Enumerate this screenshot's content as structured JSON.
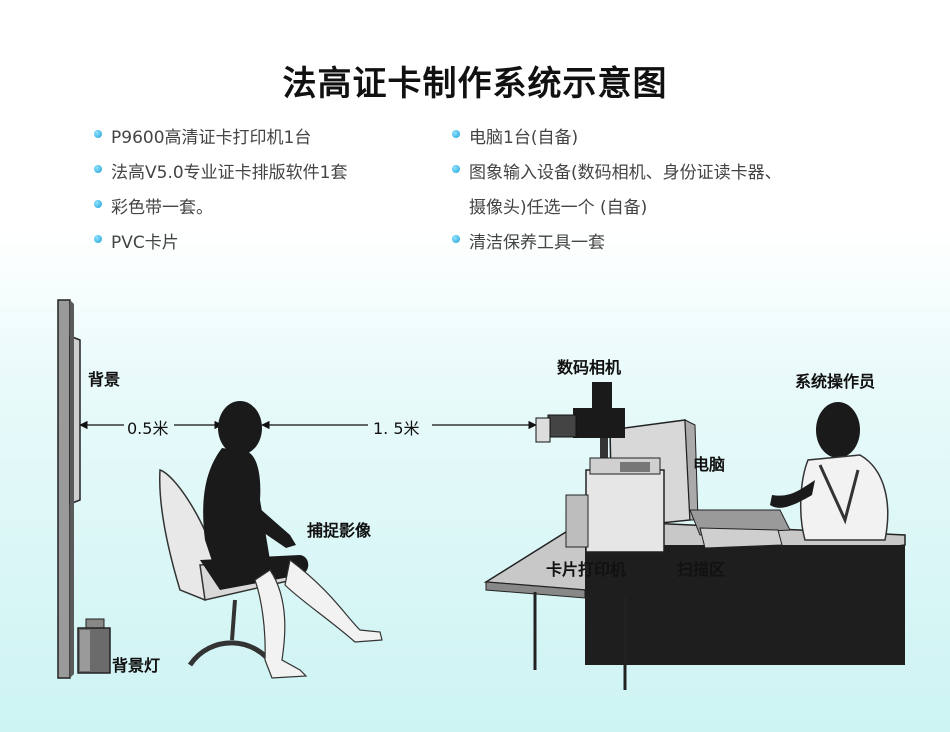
{
  "title": "法高证卡制作系统示意图",
  "left_items": [
    "P9600高清证卡打印机1台",
    "法高V5.0专业证卡排版软件1套",
    "彩色带一套。",
    "PVC卡片"
  ],
  "right_items": [
    "电脑1台(自备)",
    "图象输入设备(数码相机、身份证读卡器、",
    "摄像头)任选一个 (自备)",
    "清洁保养工具一套"
  ],
  "labels": {
    "background": "背景",
    "dist_left": "0.5米",
    "dist_right": "1. 5米",
    "capture": "捕捉影像",
    "camera": "数码相机",
    "operator": "系统操作员",
    "computer": "电脑",
    "printer": "卡片打印机",
    "scan": "扫描区",
    "light": "背景灯"
  },
  "colors": {
    "bullet": "#1e9fd6",
    "silhouette": "#1a1a1a"
  }
}
